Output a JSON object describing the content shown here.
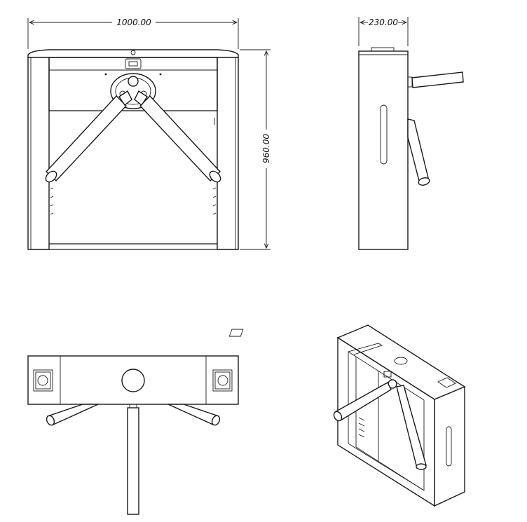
{
  "dimensions": {
    "front_width": "1000.00",
    "height": "960.00",
    "side_depth": "230.00"
  }
}
